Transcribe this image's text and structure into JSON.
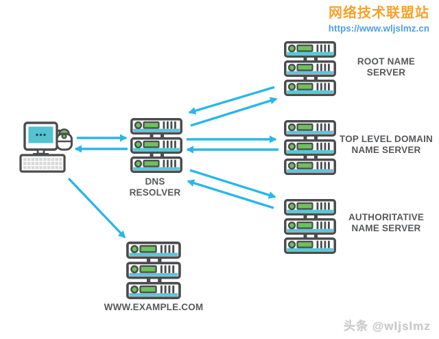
{
  "header": {
    "site_name": "网络技术联盟站",
    "site_url": "https://www.wljslmz.cn"
  },
  "labels": {
    "resolver_line1": "DNS",
    "resolver_line2": "RESOLVER",
    "root_line1": "ROOT NAME",
    "root_line2": "SERVER",
    "tld_line1": "TOP LEVEL DOMAIN",
    "tld_line2": "NAME SERVER",
    "auth_line1": "AUTHORITATIVE",
    "auth_line2": "NAME SERVER",
    "example": "WWW.EXAMPLE.COM"
  },
  "diagram": {
    "nodes": [
      {
        "id": "client",
        "type": "computer-icon"
      },
      {
        "id": "dns-resolver",
        "type": "server-stack"
      },
      {
        "id": "root-name-server",
        "type": "server-stack"
      },
      {
        "id": "tld-name-server",
        "type": "server-stack"
      },
      {
        "id": "authoritative-name-server",
        "type": "server-stack"
      },
      {
        "id": "www-example-com",
        "type": "server-stack"
      }
    ],
    "connections": [
      {
        "from": "client",
        "to": "dns-resolver",
        "direction": "both"
      },
      {
        "from": "dns-resolver",
        "to": "root-name-server",
        "direction": "both"
      },
      {
        "from": "dns-resolver",
        "to": "tld-name-server",
        "direction": "both"
      },
      {
        "from": "dns-resolver",
        "to": "authoritative-name-server",
        "direction": "both"
      },
      {
        "from": "client",
        "to": "www-example-com",
        "direction": "one-way"
      }
    ]
  },
  "watermark": {
    "text": "头条 @wljslmz"
  },
  "colors": {
    "arrow_cyan": "#29b6ea",
    "server_band_teal": "#58c8d8",
    "accent_green": "#6fc05c",
    "outline_dark": "#4b4c4e",
    "title_orange": "#f7a22e",
    "url_blue": "#4fa0e4",
    "label_gray": "#57585a",
    "watermark_gray": "#c9c9c9",
    "background": "#ffffff"
  }
}
